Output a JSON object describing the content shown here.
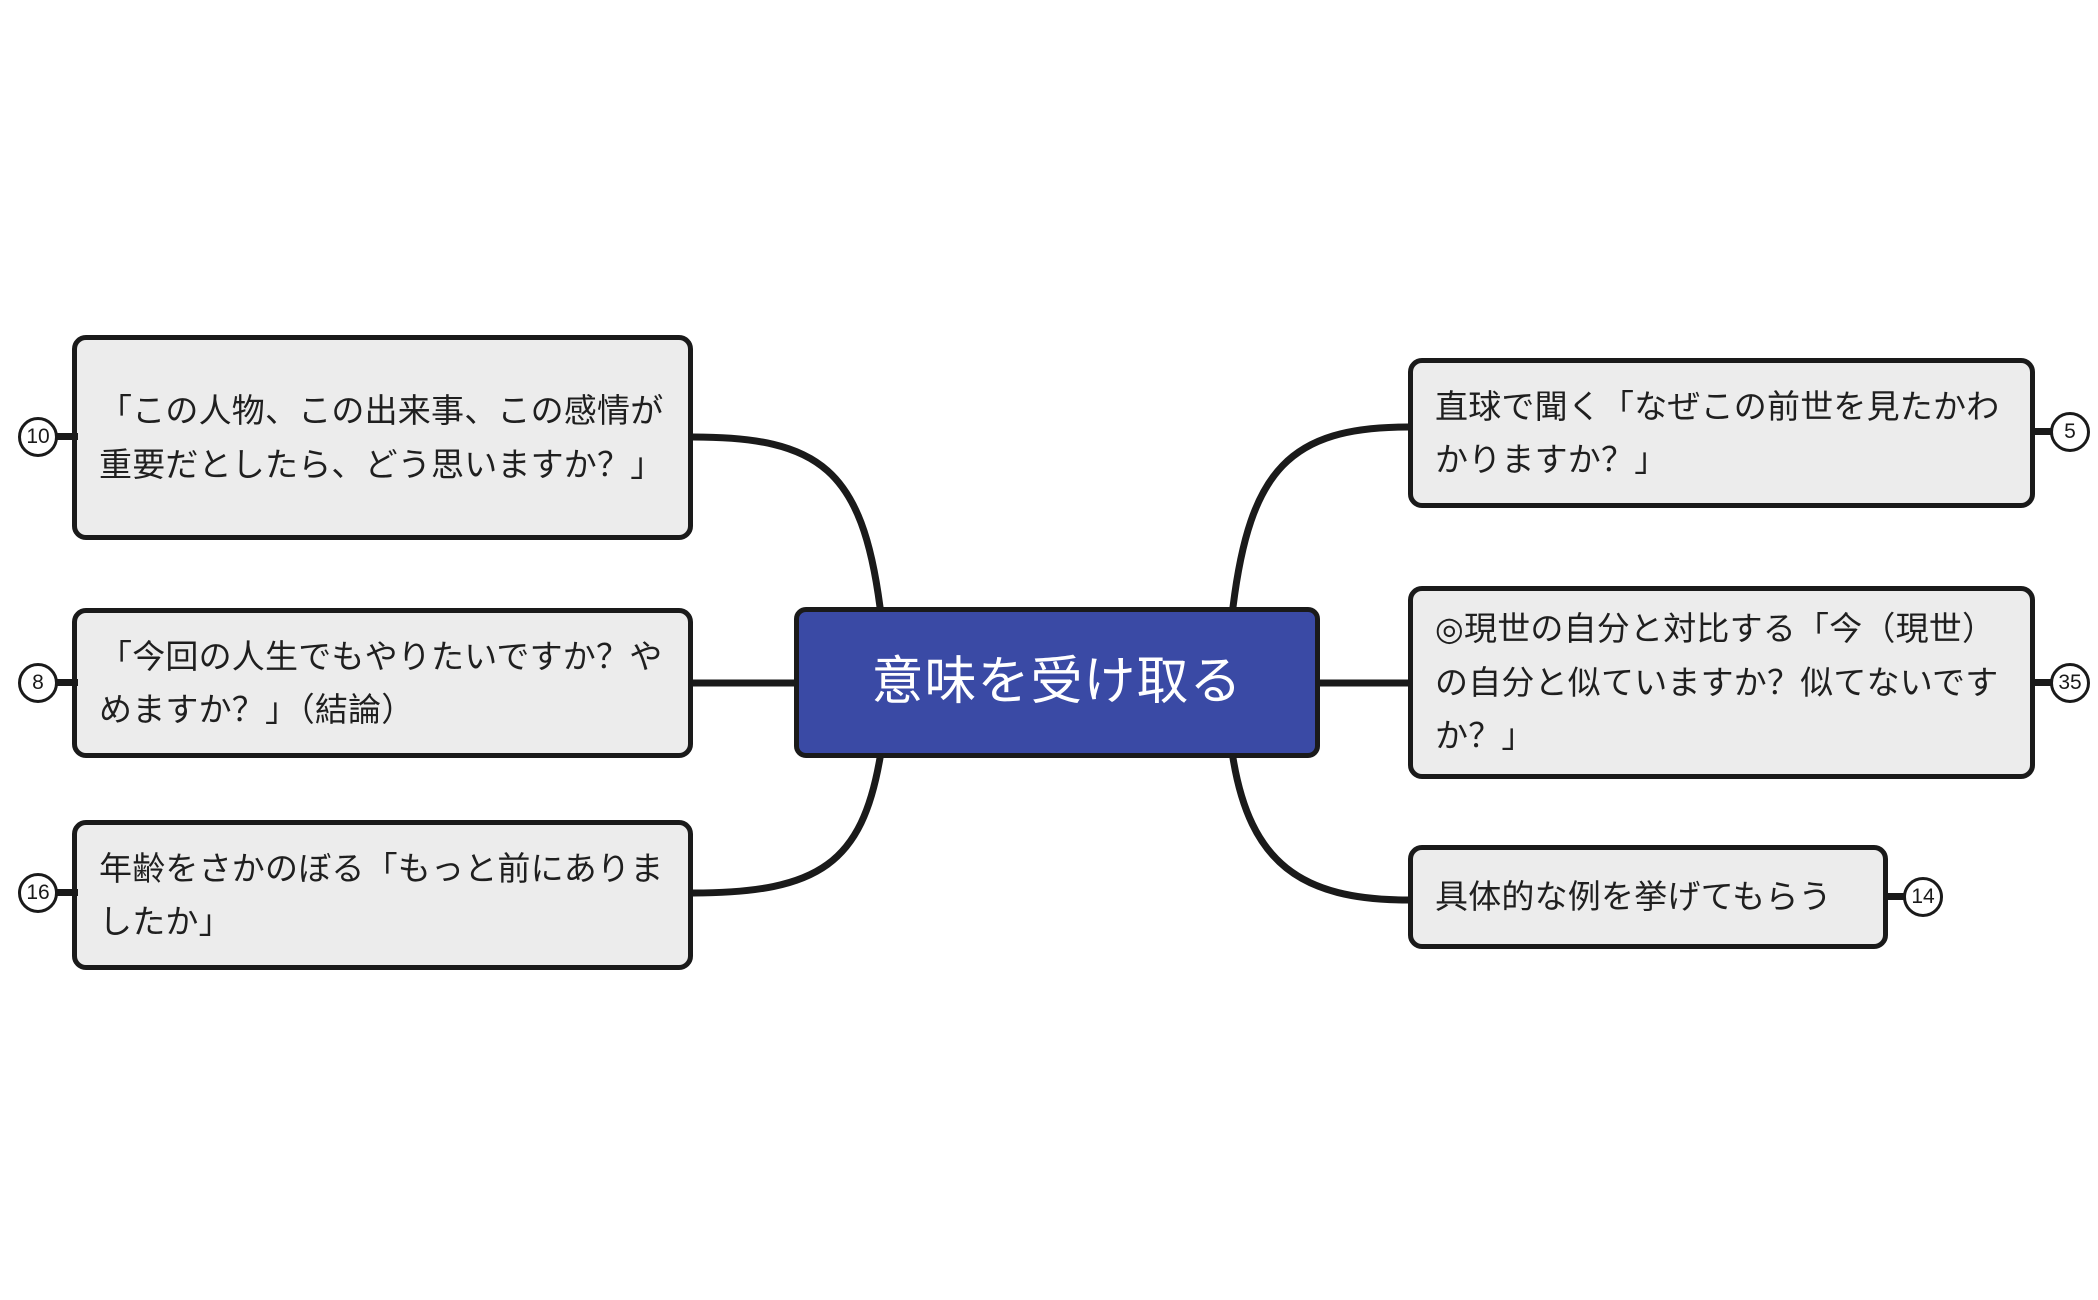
{
  "diagram": {
    "type": "mind-map",
    "title": "意味を受け取る",
    "background_color": "#ffffff",
    "root": {
      "label": "意味を受け取る",
      "fill_color": "#3a4aa5",
      "text_color": "#ffffff",
      "border_color": "#1a1a1a"
    },
    "branch_style": {
      "fill_color": "#ececec",
      "text_color": "#1f1f1f",
      "border_color": "#1a1a1a"
    },
    "left_branches": [
      {
        "badge": "10",
        "label": "「この人物、この出来事、この感情が重要だとしたら、どう思いますか？」"
      },
      {
        "badge": "8",
        "label": "「今回の人生でもやりたいですか？やめますか？」（結論）"
      },
      {
        "badge": "16",
        "label": "年齢をさかのぼる「もっと前にありましたか」"
      }
    ],
    "right_branches": [
      {
        "badge": "5",
        "label": "直球で聞く「なぜこの前世を見たかわかりますか？」"
      },
      {
        "badge": "35",
        "label": "◎現世の自分と対比する「今（現世）の自分と似ていますか？似てないですか？」"
      },
      {
        "badge": "14",
        "label": "具体的な例を挙げてもらう"
      }
    ]
  }
}
